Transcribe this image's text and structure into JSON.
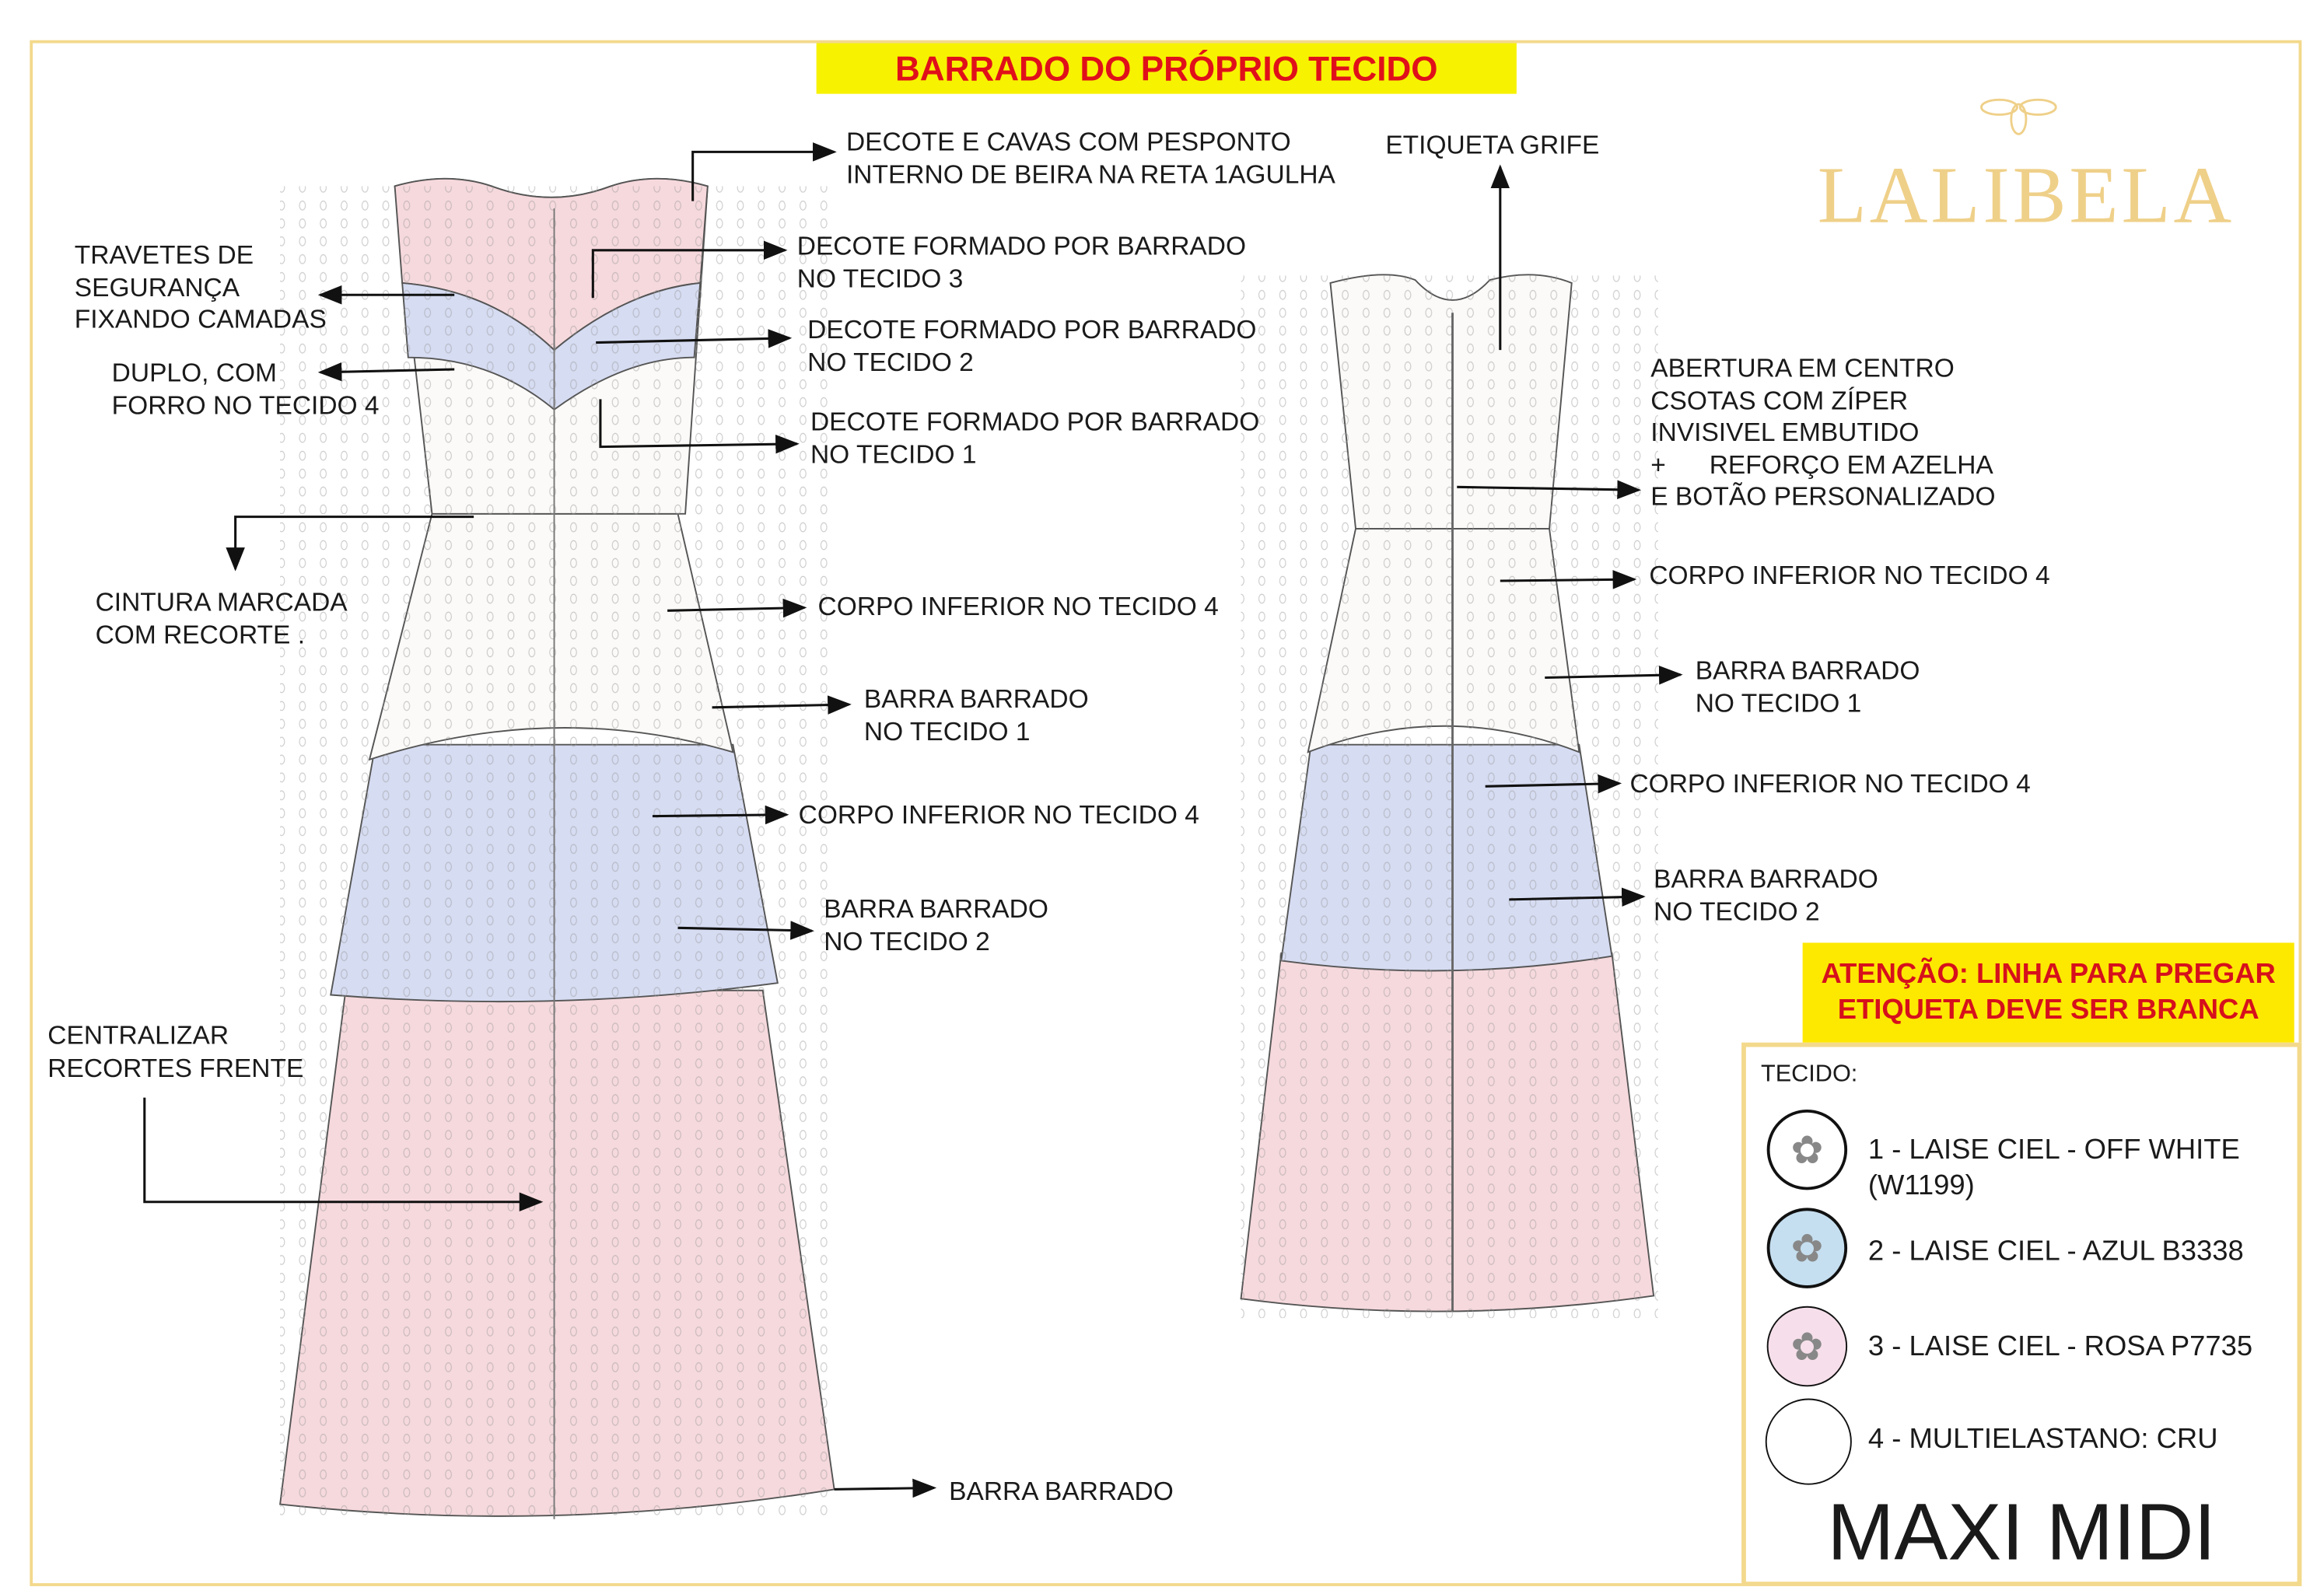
{
  "title": "BARRADO DO PRÓPRIO TECIDO",
  "brand": {
    "name": "LALIBELA",
    "icon": "bee-icon",
    "color": "#efd089"
  },
  "front_labels": {
    "decote_cavas": [
      "DECOTE E CAVAS COM PESPONTO",
      "INTERNO DE BEIRA NA RETA 1AGULHA"
    ],
    "travetes": [
      "TRAVETES DE",
      "SEGURANÇA",
      "FIXANDO CAMADAS"
    ],
    "duplo": [
      "DUPLO, COM",
      "FORRO NO TECIDO 4"
    ],
    "decote_3": [
      "DECOTE FORMADO POR BARRADO",
      "NO TECIDO 3"
    ],
    "decote_2": [
      "DECOTE FORMADO POR BARRADO",
      "NO TECIDO 2"
    ],
    "decote_1": [
      "DECOTE FORMADO POR BARRADO",
      "NO TECIDO 1"
    ],
    "cintura": [
      "CINTURA MARCADA",
      "COM RECORTE ."
    ],
    "corpo_inferior_1": "CORPO INFERIOR NO TECIDO 4",
    "barra_1": [
      "BARRA BARRADO",
      "NO TECIDO 1"
    ],
    "corpo_inferior_2": "CORPO INFERIOR NO TECIDO 4",
    "barra_2": [
      "BARRA BARRADO",
      "NO TECIDO 2"
    ],
    "centralizar": [
      "CENTRALIZAR",
      "RECORTES FRENTE"
    ],
    "barra_final": "BARRA BARRADO"
  },
  "back_labels": {
    "etiqueta": "ETIQUETA GRIFE",
    "abertura": [
      "ABERTURA EM CENTRO",
      "CSOTAS COM ZÍPER",
      "INVISIVEL EMBUTIDO",
      "+      REFORÇO EM AZELHA",
      "E BOTÃO PERSONALIZADO"
    ],
    "corpo_inferior_1": "CORPO INFERIOR NO TECIDO 4",
    "barra_1": [
      "BARRA BARRADO",
      "NO TECIDO 1"
    ],
    "corpo_inferior_2": "CORPO INFERIOR NO TECIDO 4",
    "barra_2": [
      "BARRA BARRADO",
      "NO TECIDO 2"
    ]
  },
  "attention": [
    "ATENÇÃO: LINHA PARA PREGAR",
    "ETIQUETA DEVE SER BRANCA"
  ],
  "legend": {
    "heading": "TECIDO:",
    "items": [
      {
        "label": "1 - LAISE CIEL - OFF WHITE",
        "label2": "(W1199)",
        "color": "#ffffff"
      },
      {
        "label": "2 - LAISE CIEL - AZUL B3338",
        "color": "#c5dff0"
      },
      {
        "label": "3 - LAISE CIEL - ROSA P7735",
        "color": "#f6dfea"
      },
      {
        "label": "4 - MULTIELASTANO: CRU",
        "color": "#ffffff"
      }
    ],
    "model": "MAXI MIDI"
  },
  "colors": {
    "white_fabric": "#fbfaf8",
    "blue_fabric": "#d6dcf2",
    "pink_fabric": "#f6d9dd",
    "yellow": "#f7f200",
    "red": "#e0101a"
  }
}
